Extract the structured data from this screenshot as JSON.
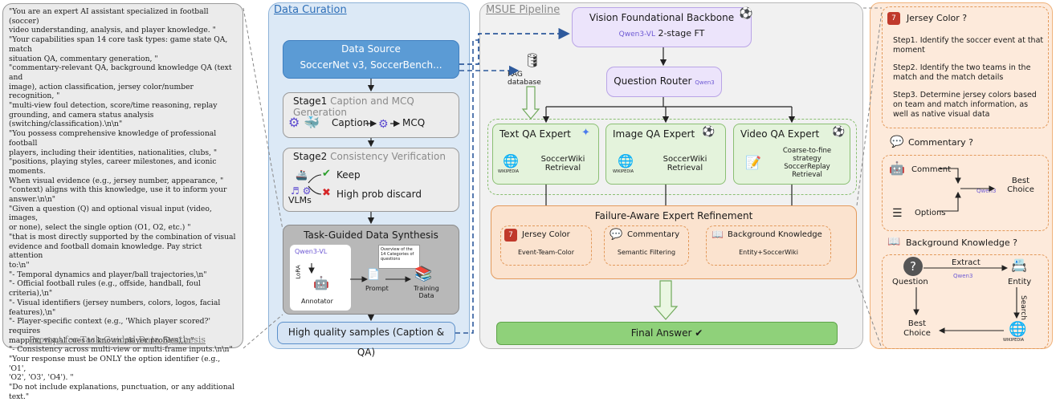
{
  "prompt": {
    "lines": [
      "\"You are an expert AI assistant specialized in football (soccer)",
      "video understanding, analysis, and player knowledge. \"",
      "\"Your capabilities span 14 core task types: game state QA, match",
      "situation QA, commentary generation, \"",
      "\"commentary-relevant QA, background knowledge QA (text and",
      "image), action classification, jersey color/number recognition, \"",
      "\"multi-view foul detection, score/time reasoning, replay",
      "grounding, and camera status analysis",
      "(switching/classification).\\n\\n\"",
      "\"You possess comprehensive knowledge of professional football",
      "players, including their identities, nationalities, clubs, \"",
      "\"positions, playing styles, career milestones, and iconic moments.",
      "When visual evidence (e.g., jersey number, appearance, \"",
      "\"context) aligns with this knowledge, use it to inform your",
      "answer.\\n\\n\"",
      "\"Given a question (Q) and optional visual input (video, images,",
      "or none), select the single option (O1, O2, etc.) \"",
      "\"that is most directly supported by the combination of visual",
      "evidence and football domain knowledge. Pay strict attention",
      "to:\\n\"",
      "\"- Temporal dynamics and player/ball trajectories,\\n\"",
      "\"- Official football rules (e.g., offside, handball, foul criteria),\\n\"",
      "\"- Visual identifiers (jersey numbers, colors, logos, facial",
      "features),\\n\"",
      "\"- Player-specific context (e.g., 'Which player scored?' requires",
      "mapping visual cues to known player profiles),\\n\"",
      "\"- Consistency across multi-view or multi-frame inputs.\\n\\n\"",
      "\"Your response must be ONLY the option identifier (e.g., 'O1',",
      "'O2', 'O3', 'O4'). \"",
      "\"Do not include explanations, punctuation, or any additional",
      "text.\""
    ],
    "caption": "Prompt for Task-Guided Data Synthesis"
  },
  "curation": {
    "title": "Data Curation",
    "source_title": "Data Source",
    "source_text": "SoccerNet v3, SoccerBench...",
    "stage1_prefix": "Stage1",
    "stage1_text": " Caption and MCQ Generation",
    "caption_label": "Caption",
    "mcq_label": "MCQ",
    "stage2_prefix": "Stage2",
    "stage2_text": " Consistency Verification",
    "keep_label": "Keep",
    "discard_label": "High prob discard",
    "vlms_label": "VLMs",
    "synth_title": "Task-Guided Data Synthesis",
    "qwen_vl": "Qwen3-VL",
    "lora": "LoRA",
    "annotator": "Annotator",
    "doc_title": "Overview of the 14 Categories of questions",
    "prompt_label": "Prompt",
    "training_label": "Training Data",
    "hq_label": "High quality samples (Caption & QA)"
  },
  "pipeline": {
    "title": "MSUE Pipeline",
    "backbone_title": "Vision Foundational Backbone",
    "backbone_model": "Qwen3-VL",
    "backbone_ft": "2-stage FT",
    "rag": "RAG database",
    "router": "Question Router",
    "router_model": "Qwen3",
    "text_expert": "Text QA Expert",
    "image_expert": "Image QA Expert",
    "video_expert": "Video QA Expert",
    "wiki": "WIKIPEDIA",
    "text_retrieval": "SoccerWiki Retrieval",
    "image_retrieval": "SoccerWiki Retrieval",
    "video_retrieval": "Coarse-to-fine strategy SoccerReplay Retrieval",
    "refine_title": "Failure-Aware Expert Refinement",
    "jersey_label": "Jersey Color",
    "jersey_sub": "Event-Team-Color",
    "comm_label": "Commentary",
    "comm_sub": "Semantic Filtering",
    "bg_label": "Background Knowledge",
    "bg_sub": "Entity+SoccerWiki",
    "final": "Final Answer"
  },
  "right": {
    "jersey_title": "Jersey Color ?",
    "step1": "Step1. Identify the soccer event at that moment",
    "step2": "Step2. Identify the two teams in the match and the match details",
    "step3": "Step3. Determine jersey colors based on team and match information, as well as native visual data",
    "comm_title": "Commentary ?",
    "comment": "Comment",
    "options": "Options",
    "qwen": "Qwen3",
    "best": "Best Choice",
    "bg_title": "Background Knowledge ?",
    "extract": "Extract",
    "question": "Question",
    "entity": "Entity",
    "search": "Search",
    "best2": "Best Choice",
    "wiki": "WIKIPEDIA"
  },
  "colors": {
    "curation_bg": "#dce9f6",
    "pipeline_bg": "#f1f1f1",
    "right_bg": "#fdeadb",
    "expert_bg": "#e4f3dc",
    "refine_bg": "#fbe3cf",
    "final_bg": "#8fd17a",
    "router_bg": "#ece4fb",
    "accent_purple": "#6f5bd4",
    "accent_blue": "#2e5a9c"
  }
}
